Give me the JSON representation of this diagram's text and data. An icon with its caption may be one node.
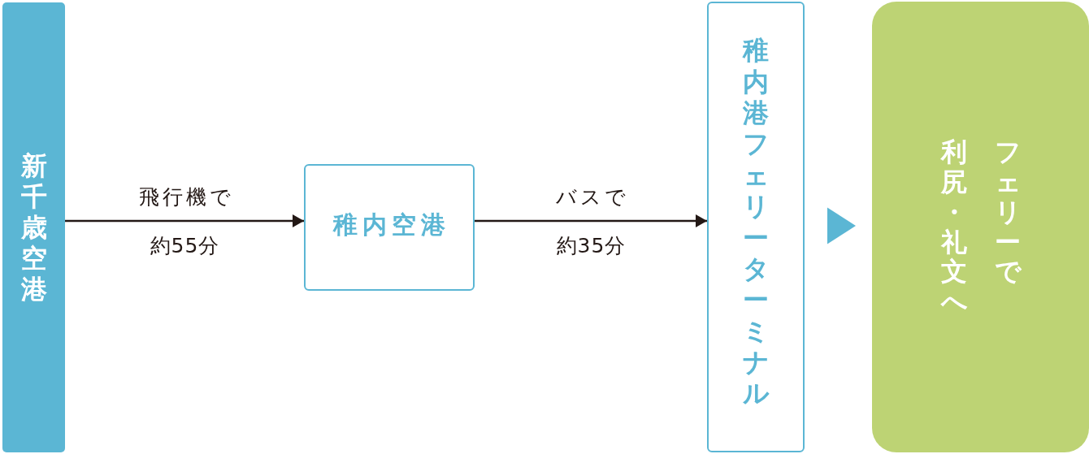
{
  "diagram": {
    "nodes": [
      {
        "text": [
          "新千歳空港"
        ]
      },
      {
        "text": [
          "稚内空港"
        ]
      },
      {
        "text": [
          "稚内港フェリーターミナル"
        ]
      },
      {
        "text": [
          "フェリーで利尻・礼文へ"
        ]
      }
    ],
    "edges": [
      {
        "from": 0,
        "to": 1,
        "arrow": "to",
        "label": "飛行機で"
      },
      {
        "from": 1,
        "to": 2,
        "arrow": "to",
        "label": "バスで"
      },
      {
        "from": 2,
        "to": 3,
        "arrow": "to",
        "color": "#5bb6d4"
      }
    ],
    "labels": [
      "約55分",
      "約35分"
    ]
  }
}
